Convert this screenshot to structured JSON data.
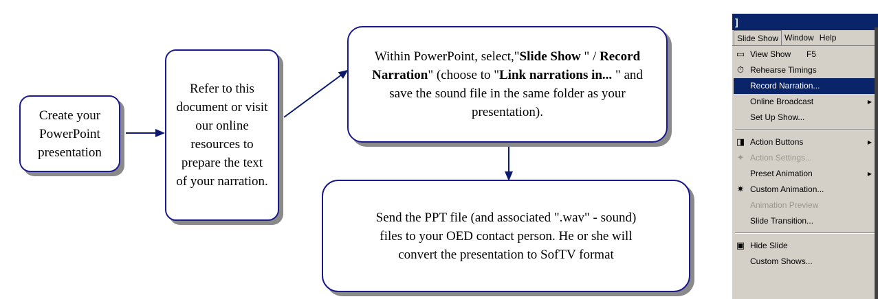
{
  "flow": {
    "box1": "Create your PowerPoint presentation",
    "box2": "Refer to this document or visit our online resources to prepare the text of your narration.",
    "box3": {
      "t1": "Within PowerPoint, select,\"",
      "b1": "Slide Show",
      "t2": " \" / ",
      "b2": "Record Narration",
      "t3": "\" (choose to \"",
      "b3": "Link narrations in...",
      "t4": " \" and save the sound file in the same folder as your presentation)."
    },
    "box4": "Send the PPT file (and associated \".wav\" - sound) files to your OED contact person. He or she will convert the presentation to SofTV format",
    "colors": {
      "border": "#1a1a8c",
      "arrow": "#0b1a6e",
      "shadow": "#8a8a8a"
    }
  },
  "menu": {
    "title": "]",
    "menubar": [
      "Slide Show",
      "Window",
      "Help"
    ],
    "items": [
      {
        "label": "View Show",
        "shortcut": "F5",
        "icon": "view-show-icon"
      },
      {
        "label": "Rehearse Timings",
        "icon": "rehearse-icon"
      },
      {
        "label": "Record Narration...",
        "selected": true
      },
      {
        "label": "Online Broadcast",
        "submenu": true
      },
      {
        "label": "Set Up Show..."
      },
      {
        "label": "Action Buttons",
        "submenu": true,
        "icon": "action-buttons-icon"
      },
      {
        "label": "Action Settings...",
        "disabled": true,
        "icon": "action-settings-icon"
      },
      {
        "label": "Preset Animation",
        "submenu": true
      },
      {
        "label": "Custom Animation...",
        "icon": "custom-animation-icon"
      },
      {
        "label": "Animation Preview",
        "disabled": true
      },
      {
        "label": "Slide Transition..."
      },
      {
        "label": "Hide Slide",
        "icon": "hide-slide-icon"
      },
      {
        "label": "Custom Shows..."
      }
    ]
  }
}
